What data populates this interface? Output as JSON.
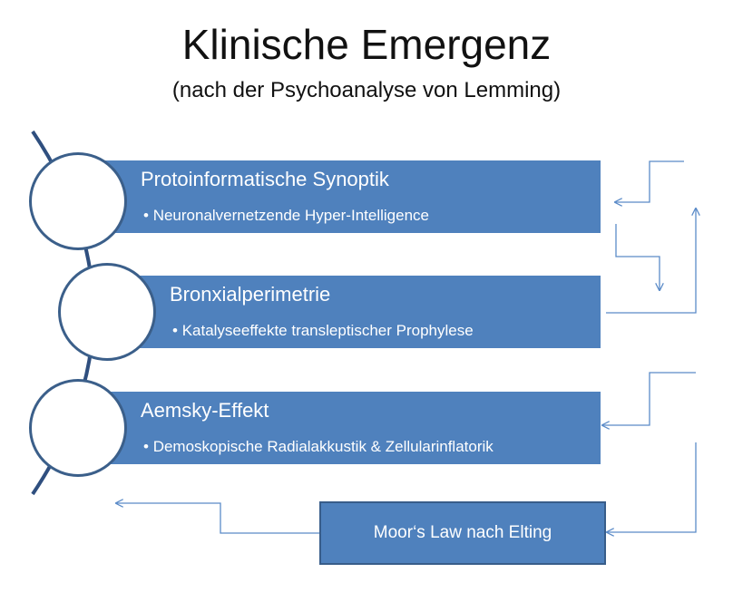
{
  "title": "Klinische Emergenz",
  "subtitle": "(nach der Psychoanalyse von Lemming)",
  "items": [
    {
      "heading": "Protoinformatische Synoptik",
      "bullet": "Neuronalvernetzende Hyper-Intelligence"
    },
    {
      "heading": "Bronxialperimetrie",
      "bullet": "Katalyseeffekte transleptischer Prophylese"
    },
    {
      "heading": "Aemsky-Effekt",
      "bullet": "Demoskopische Radialakkustik & Zellularinflatorik"
    }
  ],
  "bottom_box": "Moor‘s Law nach Elting",
  "bullet_symbol": "•",
  "colors": {
    "bar": "#4f81bd",
    "circle_stroke": "#3b5f8a",
    "arrow": "#5b8bc8",
    "box_border": "#385d8a"
  }
}
